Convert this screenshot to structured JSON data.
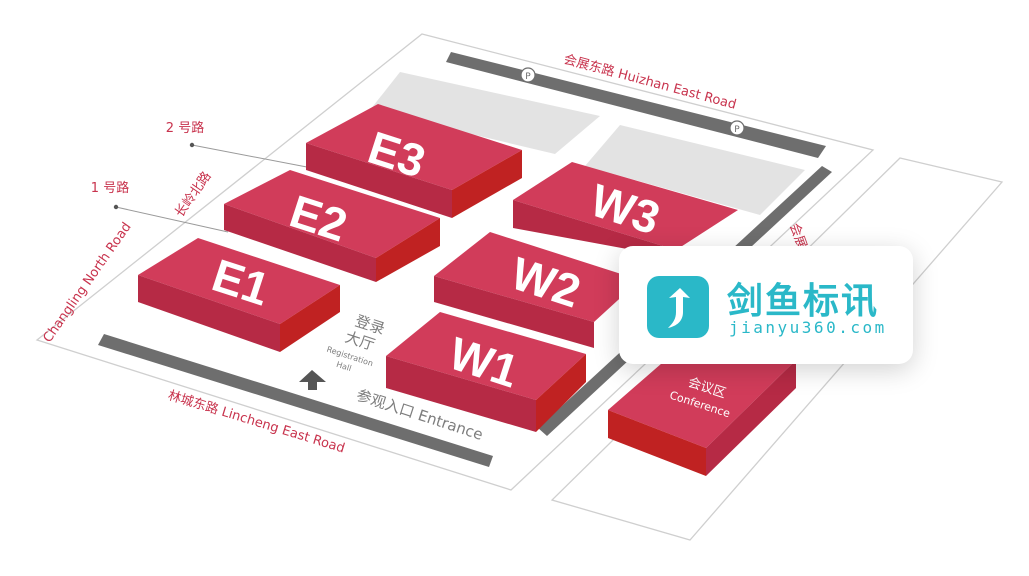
{
  "roads": {
    "top": "会展东路  Huizhan East Road",
    "bottom": "林城东路  Lincheng East Road",
    "left": "Changling North Road",
    "left_cn": "长岭北路",
    "right_cn": "会展",
    "road1": "1 号路",
    "road2": "2 号路"
  },
  "halls": {
    "e1": "E1",
    "e2": "E2",
    "e3": "E3",
    "w1": "W1",
    "w2": "W2",
    "w3": "W3"
  },
  "registration": {
    "cn_line1": "登录",
    "cn_line2": "大厅",
    "en_line1": "Registration",
    "en_line2": "Hall"
  },
  "entrance": {
    "text": "参观入口  Entrance"
  },
  "conference": {
    "cn": "会议区",
    "en": "Conference"
  },
  "parking": {
    "symbol": "P"
  },
  "watermark": {
    "cn": "剑鱼标讯",
    "en": "jianyu360.com"
  },
  "colors": {
    "hall": "#cf3555",
    "hall_shadow": "#c02222",
    "accent_text": "#c8334d",
    "logo": "#2ab8c8",
    "gray_band": "#6e6e6e",
    "lot": "#e3e3e3"
  }
}
